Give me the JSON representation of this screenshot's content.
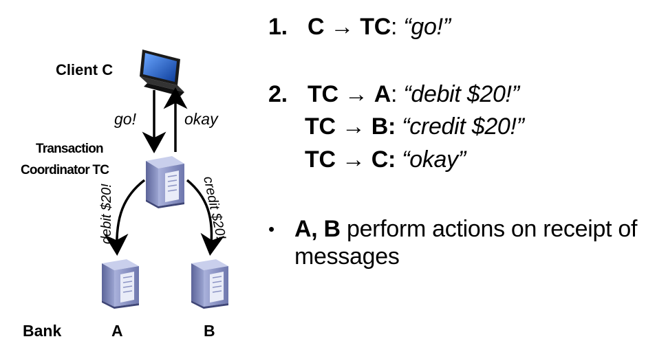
{
  "diagram": {
    "client_label": "Client C",
    "tc_label_line1": "Transaction",
    "tc_label_line2": "Coordinator TC",
    "msg_go": "go!",
    "msg_okay": "okay",
    "msg_debit": "debit $20!",
    "msg_credit": "credit $20!",
    "bank_label": "Bank",
    "node_a_label": "A",
    "node_b_label": "B"
  },
  "steps": {
    "step1": {
      "number": "1.",
      "from": "C",
      "arrow": "→",
      "to": "TC",
      "colon": ":",
      "message": "“go!”"
    },
    "step2": [
      {
        "number": "2.",
        "from": "TC",
        "arrow": "→",
        "to": "A",
        "colon": ":",
        "message": "“debit $20!”"
      },
      {
        "from": "TC",
        "arrow": "→",
        "to": "B",
        "colon": ":",
        "message": "“credit $20!”"
      },
      {
        "from": "TC",
        "arrow": "→",
        "to": "C",
        "colon": ":",
        "message": "“okay”"
      }
    ]
  },
  "bullet": {
    "symbol": "•",
    "bold": "A, B",
    "text": " perform actions on receipt of messages"
  },
  "colors": {
    "server_body": "#7d87b8",
    "server_light": "#c7cde8",
    "server_dark": "#3f4677",
    "laptop_screen": "#1b5ec7",
    "arrow": "#000000"
  }
}
